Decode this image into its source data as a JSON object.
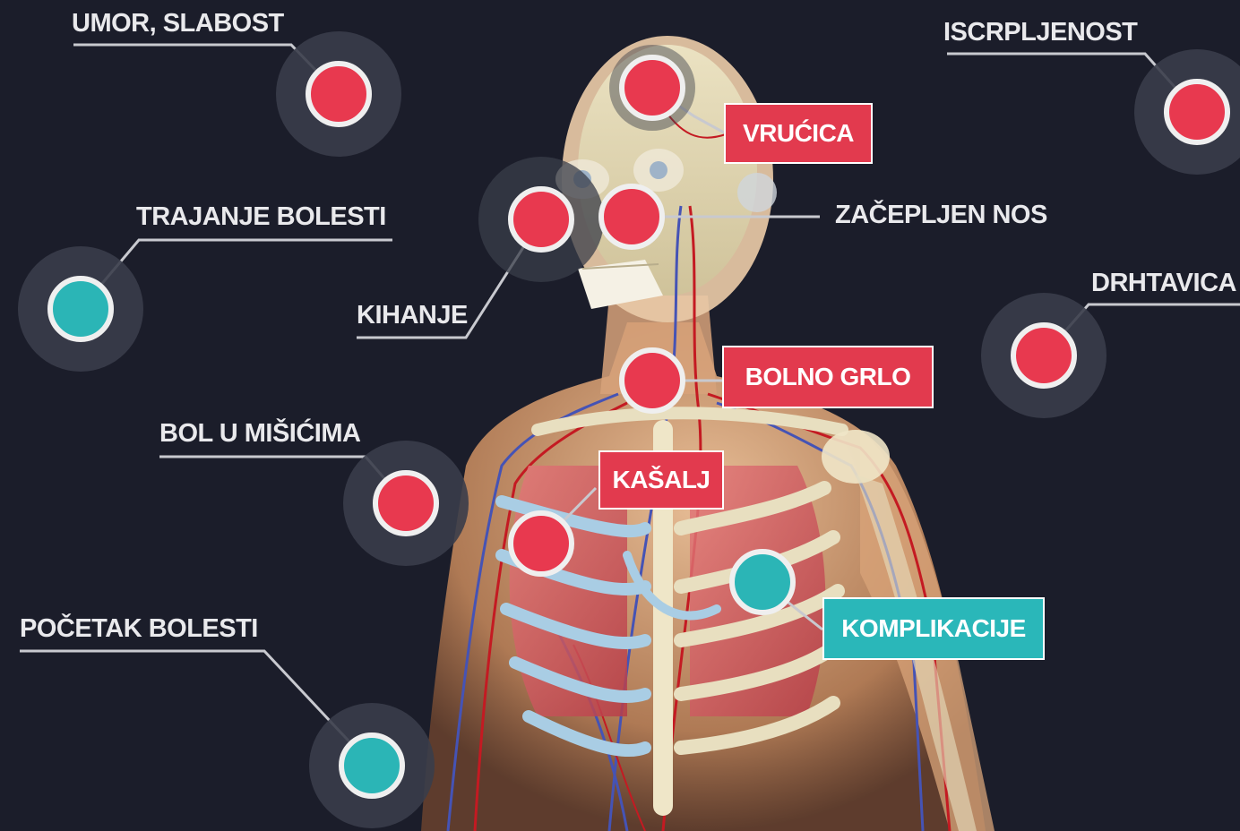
{
  "colors": {
    "background": "#1b1d2a",
    "symptom_red": "#e8394f",
    "info_teal": "#2bb5b6",
    "ring_gray": "#3a3d4a",
    "label_text": "#e9e9ec"
  },
  "icons": {
    "marker": "circle-marker-icon"
  },
  "labels": {
    "umor": "UMOR, SLABOST",
    "iscrpljenost": "ISCRPLJENOST",
    "trajanje": "TRAJANJE BOLESTI",
    "kihanje": "KIHANJE",
    "zacepljen": "ZAČEPLJEN NOS",
    "drhtavica": "DRHTAVICA",
    "bol_misici": "BOL U MIŠIĆIMA",
    "pocetak": "POČETAK BOLESTI"
  },
  "tags": {
    "vrucica": "VRUĆICA",
    "bolno_grlo": "BOLNO GRLO",
    "kasalj": "KAŠALJ",
    "komplikacije": "KOMPLIKACIJE"
  }
}
